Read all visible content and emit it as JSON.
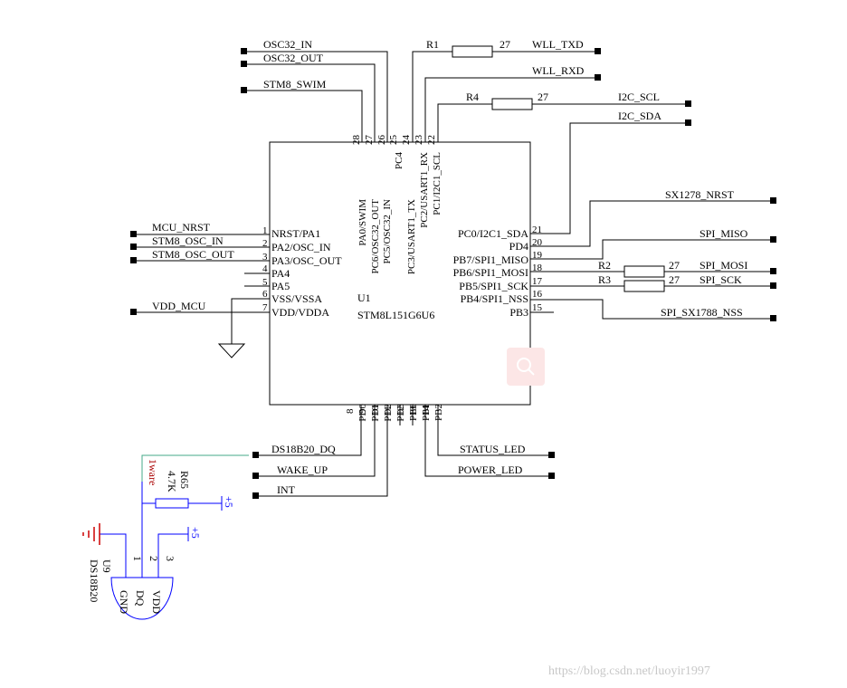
{
  "chip": {
    "ref": "U1",
    "part": "STM8L151G6U6"
  },
  "top_pins": [
    {
      "num": "28",
      "name": "PA0/SWIM"
    },
    {
      "num": "27",
      "name": "PC6/OSC32_OUT"
    },
    {
      "num": "26",
      "name": "PC5/OSC32_IN"
    },
    {
      "num": "25",
      "name": "PC4"
    },
    {
      "num": "24",
      "name": "PC3/USART1_TX"
    },
    {
      "num": "23",
      "name": "PC2/USART1_RX"
    },
    {
      "num": "22",
      "name": "PC1/I2C1_SCL"
    }
  ],
  "left_pins": [
    {
      "num": "1",
      "name": "NRST/PA1"
    },
    {
      "num": "2",
      "name": "PA2/OSC_IN"
    },
    {
      "num": "3",
      "name": "PA3/OSC_OUT"
    },
    {
      "num": "4",
      "name": "PA4"
    },
    {
      "num": "5",
      "name": "PA5"
    },
    {
      "num": "6",
      "name": "VSS/VSSA"
    },
    {
      "num": "7",
      "name": "VDD/VDDA"
    }
  ],
  "right_pins": [
    {
      "num": "21",
      "name": "PC0/I2C1_SDA"
    },
    {
      "num": "20",
      "name": "PD4"
    },
    {
      "num": "19",
      "name": "PB7/SPI1_MISO"
    },
    {
      "num": "18",
      "name": "PB6/SPI1_MOSI"
    },
    {
      "num": "17",
      "name": "PB5/SPI1_SCK"
    },
    {
      "num": "16",
      "name": "PB4/SPI1_NSS"
    },
    {
      "num": "15",
      "name": "PB3"
    }
  ],
  "bottom_pins": [
    {
      "num": "8",
      "name": "PD0"
    },
    {
      "num": "9",
      "name": "PD1"
    },
    {
      "num": "10",
      "name": "PD2"
    },
    {
      "num": "11",
      "name": "PD3"
    },
    {
      "num": "12",
      "name": "PB0"
    },
    {
      "num": "13",
      "name": "PB1"
    },
    {
      "num": "14",
      "name": "PB2"
    }
  ],
  "nets": {
    "osc32_in": "OSC32_IN",
    "osc32_out": "OSC32_OUT",
    "stm8_swim": "STM8_SWIM",
    "wll_txd": "WLL_TXD",
    "wll_rxd": "WLL_RXD",
    "i2c_scl": "I2C_SCL",
    "i2c_sda": "I2C_SDA",
    "mcu_nrst": "MCU_NRST",
    "stm8_osc_in": "STM8_OSC_IN",
    "stm8_osc_out": "STM8_OSC_OUT",
    "vdd_mcu": "VDD_MCU",
    "sx1278_nrst": "SX1278_NRST",
    "spi_miso": "SPI_MISO",
    "spi_mosi": "SPI_MOSI",
    "spi_sck": "SPI_SCK",
    "spi_nss": "SPI_SX1788_NSS",
    "ds18b20_dq": "DS18B20_DQ",
    "wake_up": "WAKE_UP",
    "int": "INT",
    "status_led": "STATUS_LED",
    "power_led": "POWER_LED",
    "onewire": "1ware"
  },
  "resistors": {
    "r1": {
      "ref": "R1",
      "value": "27"
    },
    "r4": {
      "ref": "R4",
      "value": "27"
    },
    "r2": {
      "ref": "R2",
      "value": "27"
    },
    "r3": {
      "ref": "R3",
      "value": "27"
    },
    "r65": {
      "ref": "R65",
      "value": "4.7K"
    }
  },
  "sensor": {
    "ref": "U9",
    "part": "DS18B20",
    "pins": [
      {
        "num": "1",
        "name": "GND"
      },
      {
        "num": "2",
        "name": "DQ"
      },
      {
        "num": "3",
        "name": "VDD"
      }
    ]
  },
  "power": {
    "plus5": "+5"
  },
  "watermark": "https://blog.csdn.net/luoyir1997",
  "colors": {
    "wire": "#000000",
    "power": "#0000ff",
    "ground": "#cc0000",
    "onewire_net": "#44aa88"
  }
}
